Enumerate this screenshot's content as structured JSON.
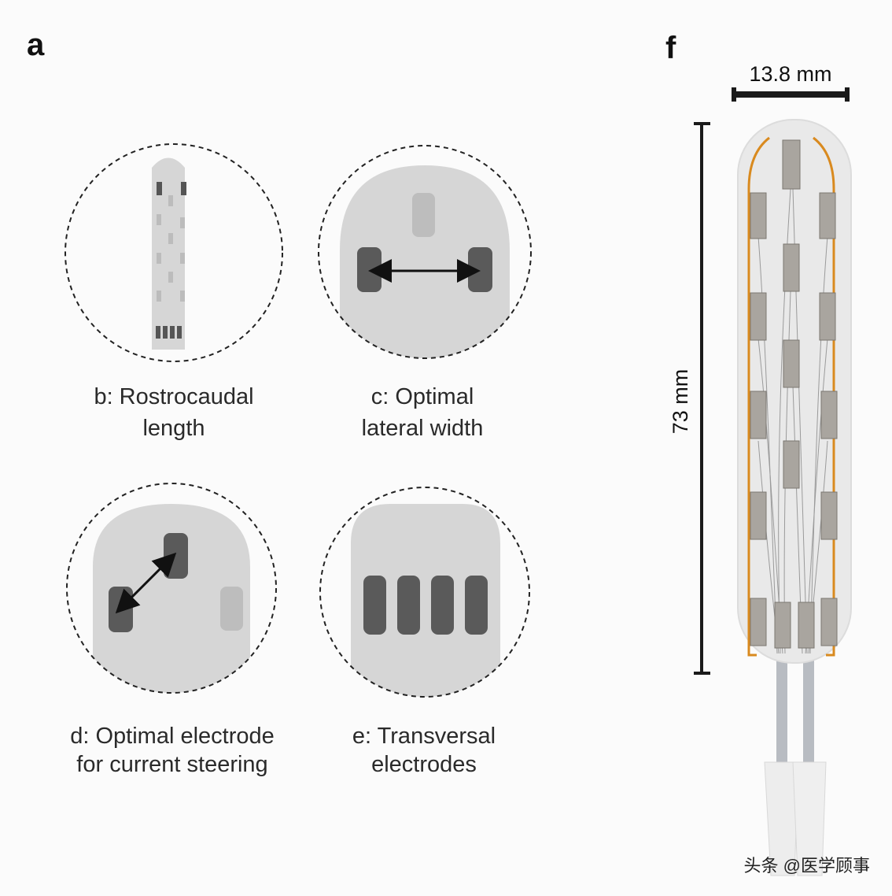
{
  "panel_a": {
    "letter": "a",
    "subpanels": [
      {
        "caption_line1": "b: Rostrocaudal",
        "caption_line2": "length"
      },
      {
        "caption_line1": "c: Optimal",
        "caption_line2": "lateral width"
      },
      {
        "caption_line1": "d: Optimal electrode",
        "caption_line2": "for current steering"
      },
      {
        "caption_line1": "e: Transversal",
        "caption_line2": "electrodes"
      }
    ]
  },
  "panel_f": {
    "letter": "f",
    "width_label": "13.8 mm",
    "length_label": "73 mm"
  },
  "watermark": "头条 @医学顾事",
  "colors": {
    "paddle_gray": "#d6d6d6",
    "electrode_dark": "#5a5a5a",
    "electrode_light": "#bdbdbd",
    "orange_trace": "#d98a1f"
  }
}
